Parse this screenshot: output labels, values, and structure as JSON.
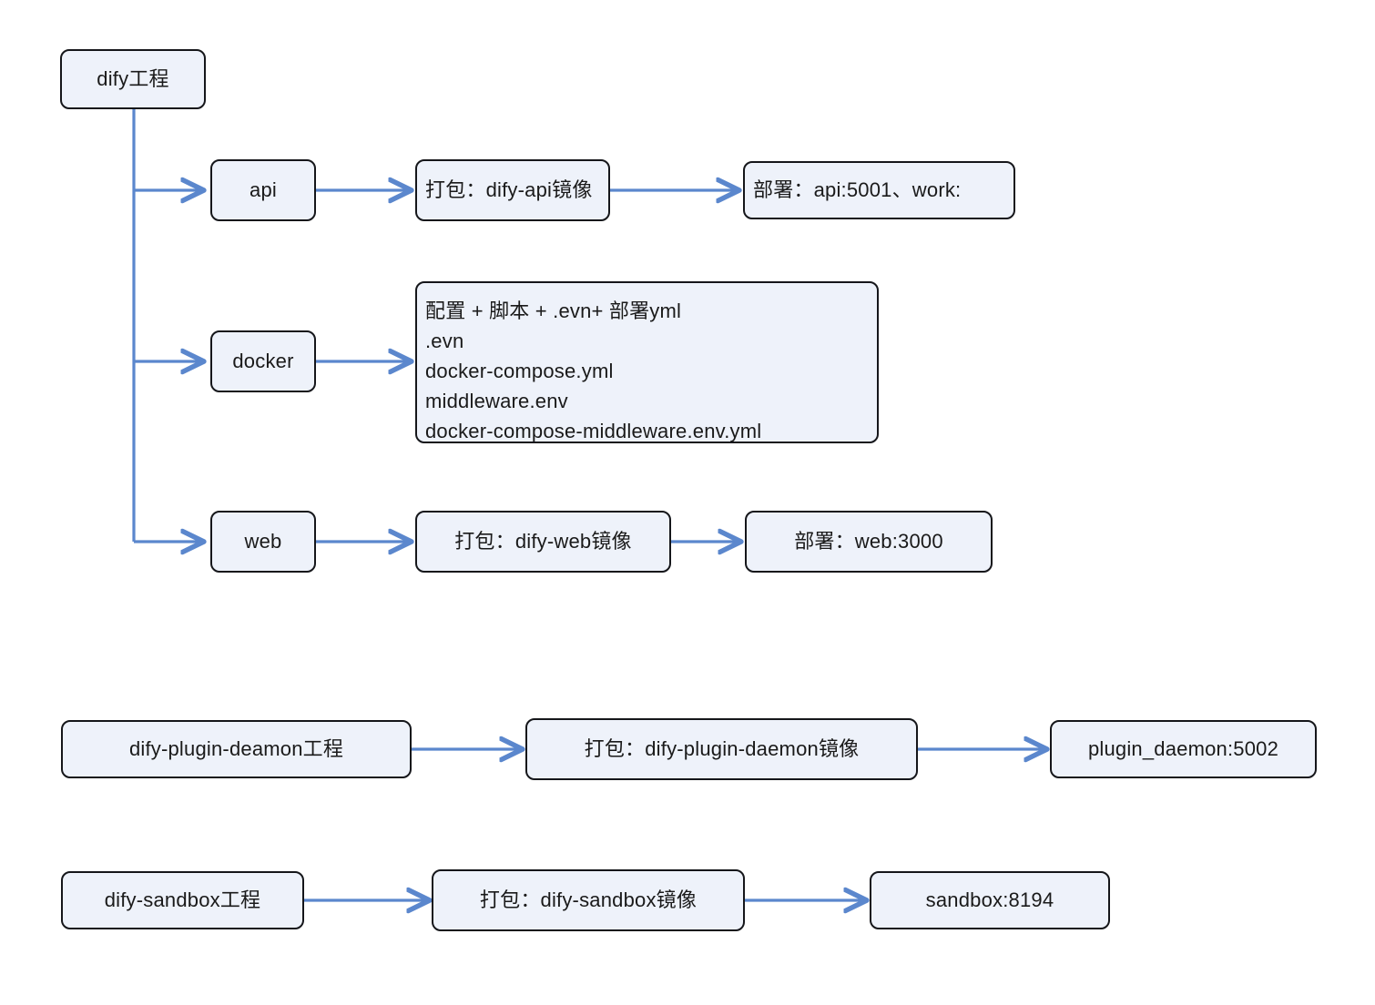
{
  "diagram": {
    "title": "dify deployment architecture flow",
    "accent_color": "#5b87cd",
    "node_fill": "#eef2fa",
    "node_border": "#15161a",
    "background": "#ffffff",
    "nodes": {
      "root": "dify工程",
      "api": "api",
      "api_build": "打包：dify-api镜像",
      "api_deploy": "部署：api:5001、work:",
      "docker": "docker",
      "docker_files": "配置 + 脚本 + .evn+ 部署yml\n.evn\ndocker-compose.yml\nmiddleware.env\ndocker-compose-middleware.env.yml",
      "web": "web",
      "web_build": "打包：dify-web镜像",
      "web_deploy": "部署：web:3000",
      "plugin_project": "dify-plugin-deamon工程",
      "plugin_build": "打包：dify-plugin-daemon镜像",
      "plugin_deploy": "plugin_daemon:5002",
      "sandbox_project": "dify-sandbox工程",
      "sandbox_build": "打包：dify-sandbox镜像",
      "sandbox_deploy": "sandbox:8194"
    },
    "edges": [
      {
        "name": "root-to-api",
        "from": "root",
        "to": "api"
      },
      {
        "name": "root-to-docker",
        "from": "root",
        "to": "docker"
      },
      {
        "name": "root-to-web",
        "from": "root",
        "to": "web"
      },
      {
        "name": "api-to-api-build",
        "from": "api",
        "to": "api_build"
      },
      {
        "name": "api-build-to-api-deploy",
        "from": "api_build",
        "to": "api_deploy"
      },
      {
        "name": "docker-to-docker-files",
        "from": "docker",
        "to": "docker_files"
      },
      {
        "name": "web-to-web-build",
        "from": "web",
        "to": "web_build"
      },
      {
        "name": "web-build-to-web-deploy",
        "from": "web_build",
        "to": "web_deploy"
      },
      {
        "name": "plugin-project-to-build",
        "from": "plugin_project",
        "to": "plugin_build"
      },
      {
        "name": "plugin-build-to-deploy",
        "from": "plugin_build",
        "to": "plugin_deploy"
      },
      {
        "name": "sandbox-project-to-build",
        "from": "sandbox_project",
        "to": "sandbox_build"
      },
      {
        "name": "sandbox-build-to-deploy",
        "from": "sandbox_build",
        "to": "sandbox_deploy"
      }
    ]
  }
}
